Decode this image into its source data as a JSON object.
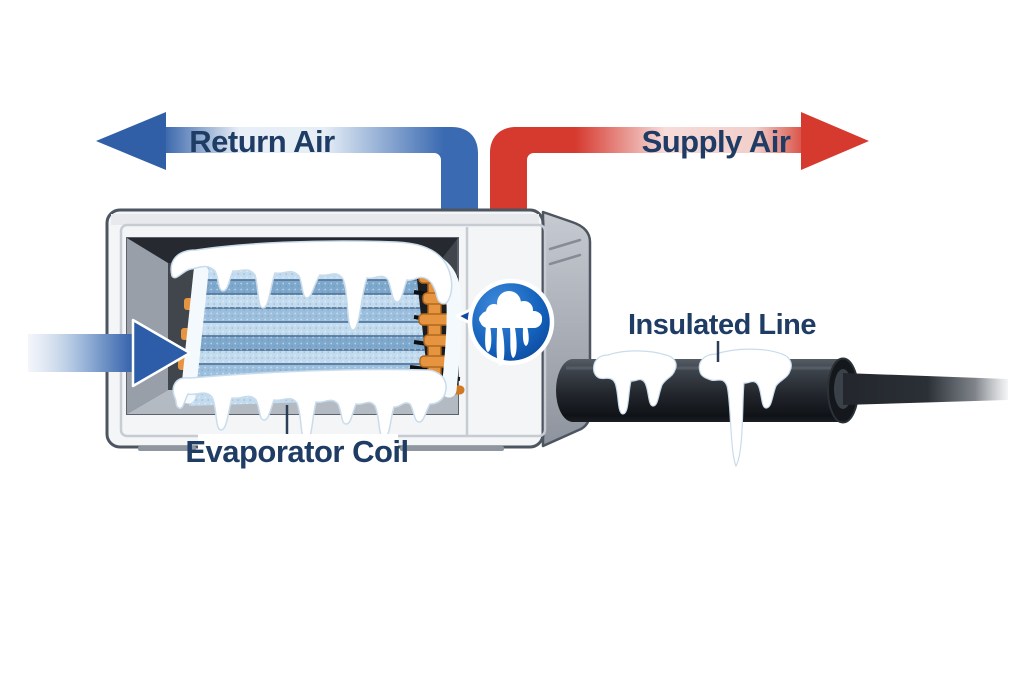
{
  "figure": {
    "title": "Frozen evaporator coil and iced refrigerant line diagram",
    "labels": {
      "return_air": "Return Air",
      "supply_air": "Supply Air",
      "evaporator_coil": "Evaporator Coil",
      "insulated_line": "Insulated Line"
    },
    "icons": [
      "return-air-arrow-icon",
      "supply-air-arrow-icon",
      "airflow-arrow-icon",
      "frost-icon"
    ],
    "colors": {
      "label_text": "#1e3c64",
      "return_air_blue": "#305fa7",
      "supply_air_red": "#d6392e",
      "airflow_blue": "#2d5ca8",
      "frost_bubble_blue": "#0a3f93",
      "cabinet_gray": "#f4f5f7",
      "cabinet_outline": "#4d5560",
      "interior_dark": "#41464d",
      "coil_blue_light": "#c2dbee",
      "coil_blue_dark": "#7fa8cd",
      "refrigerant_orange": "#e79440",
      "insulated_pipe_dark": "#23272d",
      "ice_white": "#ffffff",
      "pointer_line": "#2c3e57"
    }
  }
}
